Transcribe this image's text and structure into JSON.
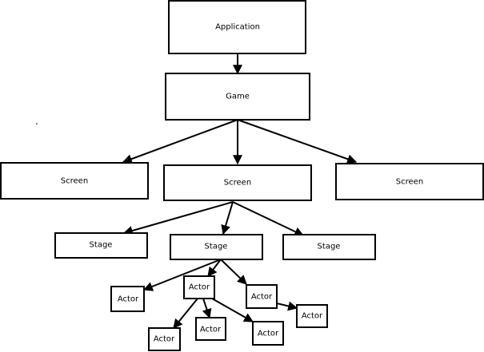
{
  "nodes": {
    "application": {
      "label": "Application"
    },
    "game": {
      "label": "Game"
    },
    "screen_left": {
      "label": "Screen"
    },
    "screen_center": {
      "label": "Screen"
    },
    "screen_right": {
      "label": "Screen"
    },
    "stage_left": {
      "label": "Stage"
    },
    "stage_center": {
      "label": "Stage"
    },
    "stage_right": {
      "label": "Stage"
    },
    "actor_parent": {
      "label": "Actor"
    },
    "actor_left": {
      "label": "Actor"
    },
    "actor_right": {
      "label": "Actor"
    },
    "actor_right_child": {
      "label": "Actor"
    },
    "actor_bottom_1": {
      "label": "Actor"
    },
    "actor_bottom_2": {
      "label": "Actor"
    },
    "actor_bottom_3": {
      "label": "Actor"
    }
  },
  "edges": [
    {
      "from": "application",
      "to": "game"
    },
    {
      "from": "game",
      "to": "screen_left"
    },
    {
      "from": "game",
      "to": "screen_center"
    },
    {
      "from": "game",
      "to": "screen_right"
    },
    {
      "from": "screen_center",
      "to": "stage_left"
    },
    {
      "from": "screen_center",
      "to": "stage_center"
    },
    {
      "from": "screen_center",
      "to": "stage_right"
    },
    {
      "from": "stage_center",
      "to": "actor_left"
    },
    {
      "from": "stage_center",
      "to": "actor_parent"
    },
    {
      "from": "stage_center",
      "to": "actor_right"
    },
    {
      "from": "actor_parent",
      "to": "actor_bottom_1"
    },
    {
      "from": "actor_parent",
      "to": "actor_bottom_2"
    },
    {
      "from": "actor_parent",
      "to": "actor_bottom_3"
    },
    {
      "from": "actor_right",
      "to": "actor_right_child"
    }
  ]
}
